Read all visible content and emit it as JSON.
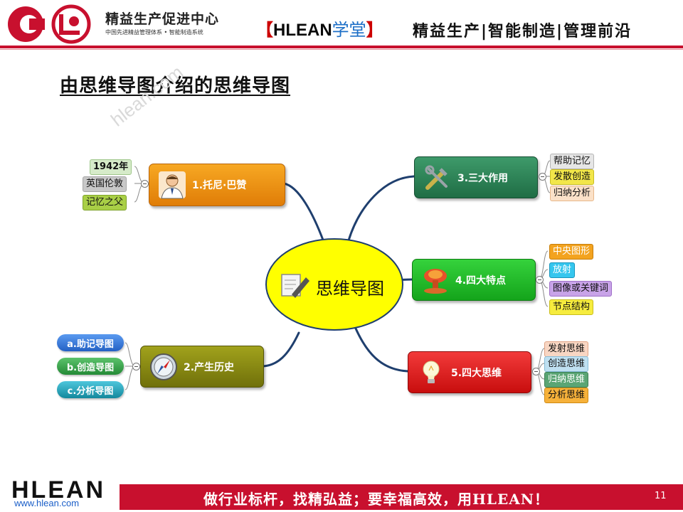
{
  "header": {
    "center_name": "精益生产促进中心",
    "center_sub": "中国先进精益管理体系 • 智能制造系统",
    "brand_open": "【",
    "brand_name": "HLEAN",
    "brand_suffix": "学堂",
    "brand_close": "】",
    "tagline": "精益生产|智能制造|管理前沿"
  },
  "slide": {
    "title": "由思维导图介绍的思维导图",
    "watermark": "hlean.com"
  },
  "mindmap": {
    "center": "思维导图",
    "branches": [
      {
        "label": "1.托尼·巴赞",
        "color": "#f0921a",
        "icon": "person-icon",
        "children": [
          {
            "label": "1942年",
            "bg": "#d6ebc9",
            "border": "#9fc78a"
          },
          {
            "label": "英国伦敦",
            "bg": "#c8c8c8",
            "border": "#a6a6a6"
          },
          {
            "label": "记忆之父",
            "bg": "#a9cf46",
            "border": "#7ea32a"
          }
        ]
      },
      {
        "label": "2.产生历史",
        "color": "#8a8a14",
        "icon": "compass-icon",
        "children": [
          {
            "label": "a.助记导图",
            "bg": "#3578d8"
          },
          {
            "label": "b.创造导图",
            "bg": "#35a049"
          },
          {
            "label": "c.分析导图",
            "bg": "#1d9fb5"
          }
        ]
      },
      {
        "label": "3.三大作用",
        "color": "#2f8456",
        "icon": "tools-icon",
        "children": [
          {
            "label": "帮助记忆",
            "bg": "#e6e6e6",
            "border": "#b5b5b5"
          },
          {
            "label": "发散创造",
            "bg": "#f2e64a",
            "border": "#c8bc22"
          },
          {
            "label": "归纳分析",
            "bg": "#fbe1c8",
            "border": "#e7b78a"
          }
        ]
      },
      {
        "label": "4.四大特点",
        "color": "#22bc29",
        "icon": "explosion-icon",
        "children": [
          {
            "label": "中央图形",
            "bg": "#f3a31f",
            "border": "#c77d0a"
          },
          {
            "label": "放射",
            "bg": "#35c6ee",
            "border": "#1896bd"
          },
          {
            "label": "图像或关键词",
            "bg": "#c8a3e8",
            "border": "#9f70c8"
          },
          {
            "label": "节点结构",
            "bg": "#f6ec3e",
            "border": "#c9bd1b"
          }
        ]
      },
      {
        "label": "5.四大思维",
        "color": "#e12222",
        "icon": "lightbulb-icon",
        "children": [
          {
            "label": "发射思维",
            "bg": "#f8d6c3",
            "border": "#e0a283"
          },
          {
            "label": "创造思维",
            "bg": "#bfe0f1",
            "border": "#86bcd8"
          },
          {
            "label": "归纳思维",
            "bg": "#5aa574",
            "border": "#3d8055"
          },
          {
            "label": "分析思维",
            "bg": "#f6b13a",
            "border": "#cf8a12"
          }
        ]
      }
    ]
  },
  "footer": {
    "logo": "HLEAN",
    "url": "www.hlean.com",
    "slogan": "做行业标杆，找精弘益；要幸福高效，用HLEAN！",
    "page": "11"
  }
}
